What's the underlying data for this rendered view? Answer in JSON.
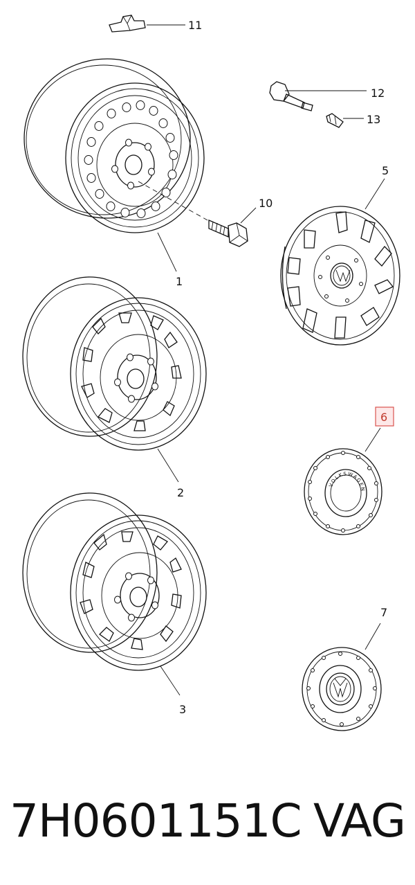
{
  "callouts": {
    "c1": "1",
    "c2": "2",
    "c3": "3",
    "c5": "5",
    "c6": "6",
    "c7": "7",
    "c10": "10",
    "c11": "11",
    "c12": "12",
    "c13": "13"
  },
  "hubcap_text": "VOLKSWAGEN",
  "caption": {
    "part_number": "7H0601151C",
    "brand": "VAG"
  },
  "colors": {
    "line": "#111111",
    "highlight_border": "#d9534f",
    "highlight_fill": "#fde8e8",
    "highlight_text": "#c0392b"
  }
}
